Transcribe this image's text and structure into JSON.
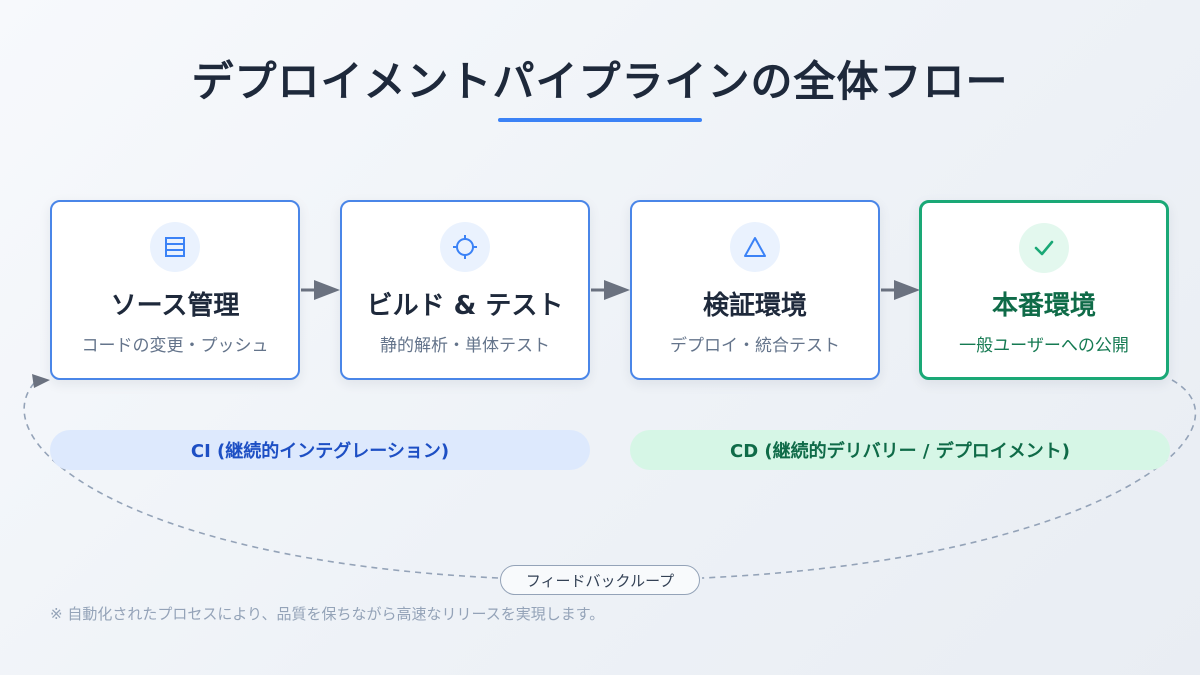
{
  "title": "デプロイメントパイプラインの全体フロー",
  "colors": {
    "accent": "#3b82f6",
    "card_border": "#4a86e8",
    "success": "#1aa876",
    "arrow": "#6b7280"
  },
  "stages": [
    {
      "icon": "list-icon",
      "title": "ソース管理",
      "subtitle": "コードの変更・プッシュ"
    },
    {
      "icon": "crosshair-icon",
      "title": "ビルド & テスト",
      "subtitle": "静的解析・単体テスト"
    },
    {
      "icon": "triangle-icon",
      "title": "検証環境",
      "subtitle": "デプロイ・統合テスト"
    },
    {
      "icon": "check-icon",
      "title": "本番環境",
      "subtitle": "一般ユーザーへの公開"
    }
  ],
  "phases": {
    "ci": "CI (継続的インテグレーション)",
    "cd": "CD (継続的デリバリー / デプロイメント)"
  },
  "feedback": "フィードバックループ",
  "footnote": "※ 自動化されたプロセスにより、品質を保ちながら高速なリリースを実現します。"
}
